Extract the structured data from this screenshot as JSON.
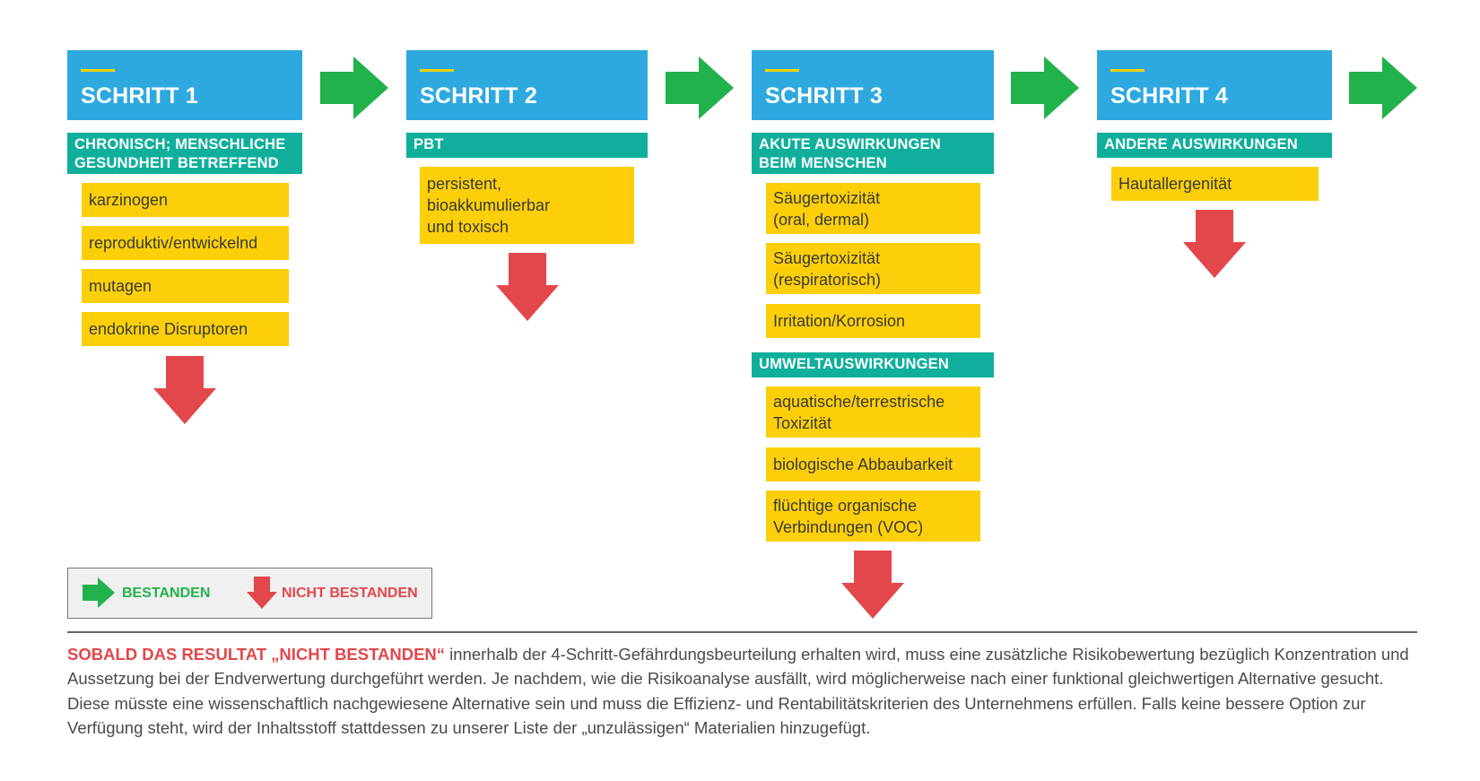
{
  "colors": {
    "step_header": "#2ea9e0",
    "category": "#0faf9b",
    "item": "#fccf0a",
    "accent_line": "#f6d10a",
    "pass_arrow": "#22b24c",
    "fail_arrow": "#e2474b"
  },
  "steps": [
    {
      "title": "SCHRITT 1",
      "groups": [
        {
          "category": "CHRONISCH; MENSCHLICHE\nGESUNDHEIT BETREFFEND",
          "items": [
            "karzinogen",
            "reproduktiv/entwickelnd",
            "mutagen",
            "endokrine Disruptoren"
          ]
        }
      ]
    },
    {
      "title": "SCHRITT 2",
      "groups": [
        {
          "category": "PBT",
          "items": [
            "persistent,\nbioakkumulierbar\nund toxisch"
          ]
        }
      ]
    },
    {
      "title": "SCHRITT 3",
      "groups": [
        {
          "category": "AKUTE AUSWIRKUNGEN\nBEIM MENSCHEN",
          "items": [
            "Säugertoxizität\n(oral, dermal)",
            "Säugertoxizität\n(respiratorisch)",
            "Irritation/Korrosion"
          ]
        },
        {
          "category": "UMWELTAUSWIRKUNGEN",
          "items": [
            "aquatische/terrestrische\nToxizität",
            "biologische Abbaubarkeit",
            "flüchtige organische\nVerbindungen (VOC)"
          ]
        }
      ]
    },
    {
      "title": "SCHRITT 4",
      "groups": [
        {
          "category": "ANDERE AUSWIRKUNGEN",
          "items": [
            "Hautallergenität"
          ]
        }
      ]
    }
  ],
  "legend": {
    "pass_label": "BESTANDEN",
    "pass_icon": "green-right-arrow-icon",
    "fail_label": "NICHT BESTANDEN",
    "fail_icon": "red-down-arrow-icon"
  },
  "footer": {
    "lead": "SOBALD DAS RESULTAT „NICHT BESTANDEN“",
    "body": " innerhalb der 4-Schritt-Gefährdungsbeurteilung erhalten wird, muss eine zusätzliche Risikobewertung bezüglich Konzentration und Aussetzung bei der Endverwertung durchgeführt werden. Je nachdem, wie die Risikoanalyse ausfällt, wird möglicherweise nach einer funktional gleichwertigen Alternative gesucht. Diese müsste eine wissenschaftlich nachgewiesene Alternative sein und muss die Effizienz- und Rentabilitätskriterien des Unternehmens erfüllen. Falls keine bessere Option zur Verfügung steht, wird der Inhaltsstoff stattdessen zu unserer Liste der „unzulässigen“ Materialien hinzugefügt."
  }
}
